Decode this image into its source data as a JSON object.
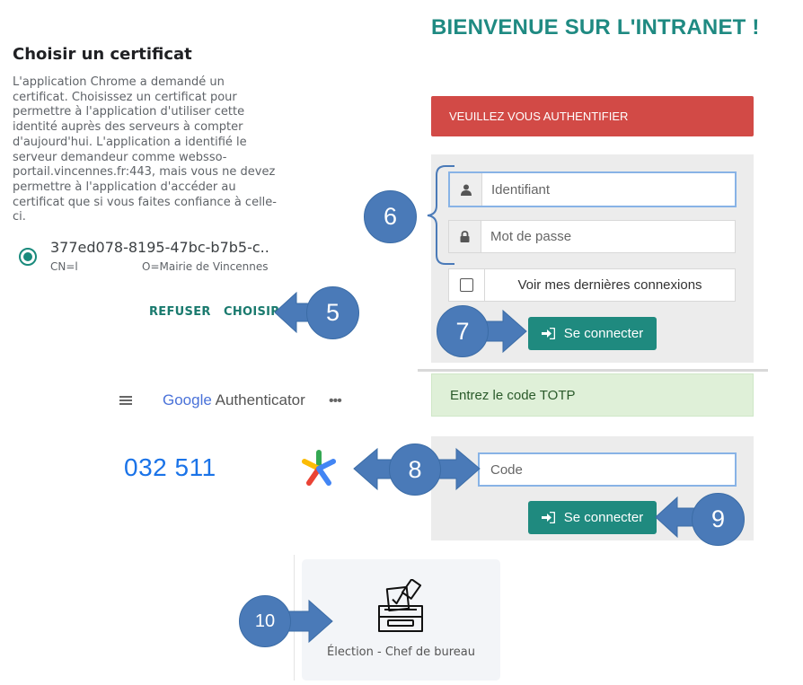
{
  "certificate": {
    "title": "Choisir un certificat",
    "body": "L'application Chrome a demandé un certificat. Choisissez un certificat pour permettre à l'application d'utiliser cette identité auprès des serveurs à compter d'aujourd'hui. L'application a identifié le serveur demandeur comme websso-portail.vincennes.fr:443, mais vous ne devez permettre à l'application d'accéder au certificat que si vous faites confiance à celle-ci.",
    "cert_id": "377ed078-8195-47bc-b7b5-c..",
    "cert_cn": "CN=l",
    "cert_org": "O=Mairie de Vincennes",
    "refuse_label": "REFUSER",
    "choose_label": "CHOISIR"
  },
  "intranet": {
    "welcome": "BIENVENUE SUR L'INTRANET !",
    "auth_alert": "VEUILLEZ VOUS AUTHENTIFIER",
    "username_placeholder": "Identifiant",
    "password_placeholder": "Mot de passe",
    "history_label": "Voir mes dernières connexions",
    "login_label": "Se connecter",
    "totp_alert": "Entrez le code TOTP",
    "code_placeholder": "Code",
    "login2_label": "Se connecter"
  },
  "authenticator": {
    "brand_google": "Google",
    "brand_app": "Authenticator",
    "code": "032 511"
  },
  "election": {
    "label": "Élection - Chef de bureau"
  },
  "steps": {
    "s5": "5",
    "s6": "6",
    "s7": "7",
    "s8": "8",
    "s9": "9",
    "s10": "10"
  },
  "colors": {
    "teal": "#1f8a7f",
    "alert_red": "#d24a46",
    "step_blue": "#4a7ab8",
    "totp_green": "#dff0d8"
  }
}
